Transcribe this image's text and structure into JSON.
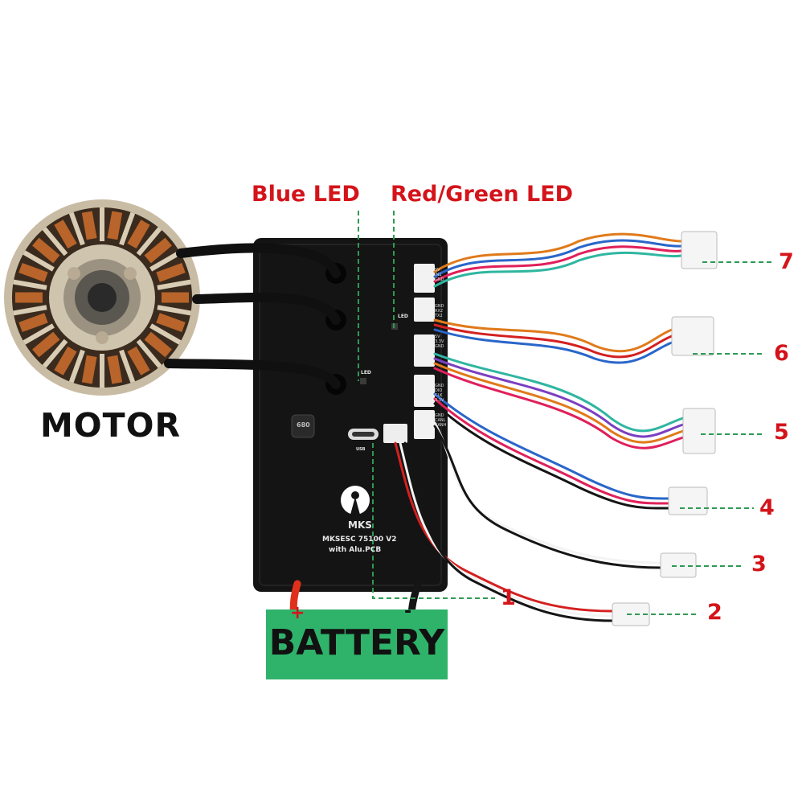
{
  "labels": {
    "blue_led": "Blue LED",
    "red_green_led": "Red/Green LED",
    "motor": "MOTOR",
    "battery": "BATTERY",
    "plus": "+",
    "minus": "-"
  },
  "connector_numbers": [
    "1",
    "2",
    "3",
    "4",
    "5",
    "6",
    "7"
  ],
  "board": {
    "brand": "MKS",
    "model": "MKSESC 75100 V2",
    "subtitle": "with Alu.PCB",
    "led_mark": "LED",
    "inductor_code": "680",
    "usb_mark": "USB"
  },
  "pin_labels": {
    "p7": "5V\nIN1\nGND",
    "p6": "GND\nRX2\nTX2",
    "p5": "5V\n3.3V\nGND",
    "p4": "GND\nDIO\nCLK\n3.3V",
    "p3": "GND\nCANL\nCANH"
  },
  "colors": {
    "accent_red": "#d4141a",
    "leader_green": "#2e9a55",
    "battery_green": "#2fb36a",
    "board_black": "#141414"
  }
}
